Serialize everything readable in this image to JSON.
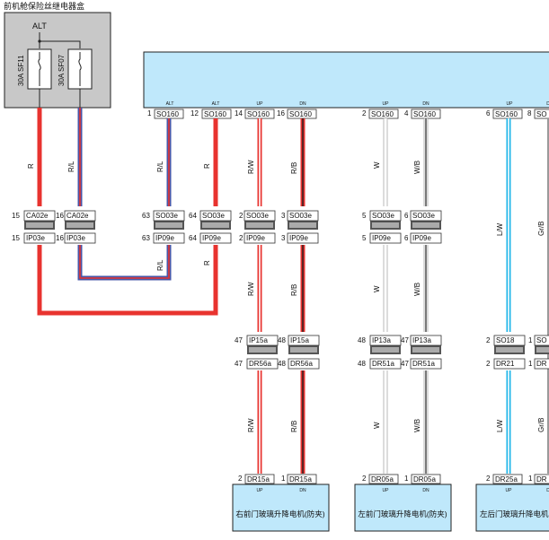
{
  "fuse_box": {
    "title": "前机舱保险丝继电器盒",
    "alt": "ALT",
    "fuses": [
      "30A SF11",
      "30A SF07"
    ]
  },
  "module": {
    "pins": [
      {
        "num": "1",
        "conn": "SO160",
        "sig": "ALT"
      },
      {
        "num": "12",
        "conn": "SO160",
        "sig": "ALT"
      },
      {
        "num": "14",
        "conn": "SO160",
        "sig": "UP"
      },
      {
        "num": "16",
        "conn": "SO160",
        "sig": "DN"
      },
      {
        "num": "2",
        "conn": "SO160",
        "sig": "UP"
      },
      {
        "num": "4",
        "conn": "SO160",
        "sig": "DN"
      },
      {
        "num": "6",
        "conn": "SO160",
        "sig": "UP"
      },
      {
        "num": "8",
        "conn": "SO",
        "sig": "D"
      }
    ]
  },
  "wire_colors": {
    "R": "R",
    "RL": "R/L",
    "RW": "R/W",
    "RB": "R/B",
    "W": "W",
    "WB": "W/B",
    "LW": "L/W",
    "GrB": "Gr/B"
  },
  "connectors": {
    "row1": [
      {
        "a": "15",
        "b": "CA02e"
      },
      {
        "a": "16",
        "b": "CA02e"
      },
      {
        "a": "63",
        "b": "SO03e"
      },
      {
        "a": "64",
        "b": "SO03e"
      },
      {
        "a": "2",
        "b": "SO03e"
      },
      {
        "a": "3",
        "b": "SO03e"
      },
      {
        "a": "5",
        "b": "SO03e"
      },
      {
        "a": "6",
        "b": "SO03e"
      }
    ],
    "row2": [
      {
        "a": "15",
        "b": "IP03e"
      },
      {
        "a": "16",
        "b": "IP03e"
      },
      {
        "a": "63",
        "b": "IP09e"
      },
      {
        "a": "64",
        "b": "IP09e"
      },
      {
        "a": "2",
        "b": "IP09e"
      },
      {
        "a": "3",
        "b": "IP09e"
      },
      {
        "a": "5",
        "b": "IP09e"
      },
      {
        "a": "6",
        "b": "IP09e"
      }
    ],
    "row3": [
      {
        "a": "47",
        "b": "IP15a"
      },
      {
        "a": "48",
        "b": "IP15a"
      },
      {
        "a": "48",
        "b": "IP13a"
      },
      {
        "a": "47",
        "b": "IP13a"
      },
      {
        "a": "2",
        "b": "SO18"
      },
      {
        "a": "1",
        "b": "SO"
      }
    ],
    "row4": [
      {
        "a": "47",
        "b": "DR56a"
      },
      {
        "a": "48",
        "b": "DR56a"
      },
      {
        "a": "48",
        "b": "DR51a"
      },
      {
        "a": "47",
        "b": "DR51a"
      },
      {
        "a": "2",
        "b": "DR21"
      },
      {
        "a": "1",
        "b": "DR"
      }
    ],
    "row5": [
      {
        "a": "2",
        "b": "DR15a"
      },
      {
        "a": "1",
        "b": "DR15a"
      },
      {
        "a": "2",
        "b": "DR05a"
      },
      {
        "a": "1",
        "b": "DR05a"
      },
      {
        "a": "2",
        "b": "DR25a"
      },
      {
        "a": "1",
        "b": "DR"
      }
    ]
  },
  "motors": [
    {
      "label": "右前门玻璃升降电机(防夹)",
      "up": "UP",
      "dn": "DN"
    },
    {
      "label": "左前门玻璃升降电机(防夹)",
      "up": "UP",
      "dn": "DN"
    },
    {
      "label": "左后门玻璃升降电机",
      "up": "UP",
      "dn": "D"
    }
  ],
  "colors": {
    "red": "#e8332f",
    "blue": "#4857a8",
    "cyan": "#1fb6e8",
    "white_wire": "#d6d6d6",
    "dark": "#333333",
    "module_fill": "#bfe8fb",
    "fusebox_fill": "#c8c8c8"
  }
}
